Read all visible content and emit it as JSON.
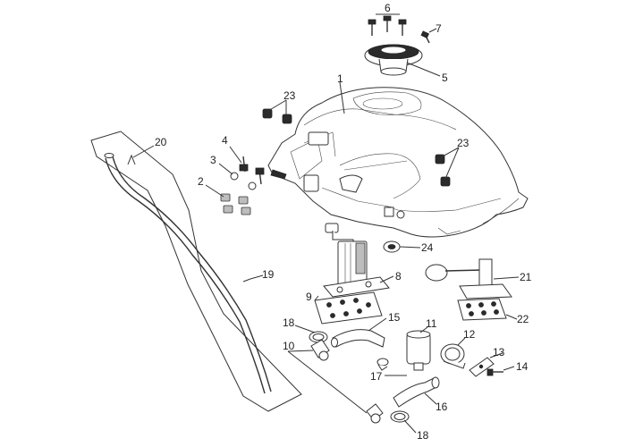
{
  "parts": [
    {
      "id": "p1",
      "label": "1"
    },
    {
      "id": "p2",
      "label": "2"
    },
    {
      "id": "p3",
      "label": "3"
    },
    {
      "id": "p4",
      "label": "4"
    },
    {
      "id": "p5",
      "label": "5"
    },
    {
      "id": "p6",
      "label": "6"
    },
    {
      "id": "p7",
      "label": "7"
    },
    {
      "id": "p8",
      "label": "8"
    },
    {
      "id": "p9",
      "label": "9"
    },
    {
      "id": "p10",
      "label": "10"
    },
    {
      "id": "p11",
      "label": "11"
    },
    {
      "id": "p12",
      "label": "12"
    },
    {
      "id": "p13",
      "label": "13"
    },
    {
      "id": "p14",
      "label": "14"
    },
    {
      "id": "p15",
      "label": "15"
    },
    {
      "id": "p16",
      "label": "16"
    },
    {
      "id": "p17",
      "label": "17"
    },
    {
      "id": "p18a",
      "label": "18"
    },
    {
      "id": "p18b",
      "label": "18"
    },
    {
      "id": "p19",
      "label": "19"
    },
    {
      "id": "p20",
      "label": "20"
    },
    {
      "id": "p21",
      "label": "21"
    },
    {
      "id": "p22",
      "label": "22"
    },
    {
      "id": "p23a",
      "label": "23"
    },
    {
      "id": "p23b",
      "label": "23"
    },
    {
      "id": "p24",
      "label": "24"
    }
  ]
}
